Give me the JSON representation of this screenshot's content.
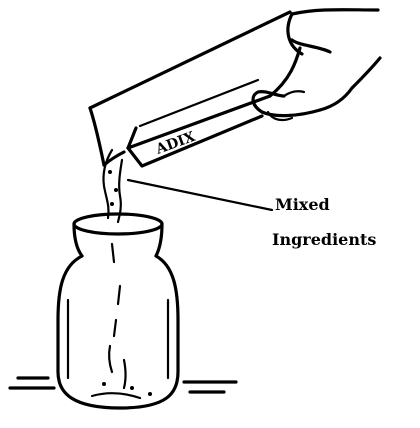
{
  "diagram": {
    "label_lines": [
      "Mixed",
      "Ingredients"
    ],
    "bag_print": "ADIX",
    "ink_color": "#000000",
    "background": "#ffffff"
  }
}
